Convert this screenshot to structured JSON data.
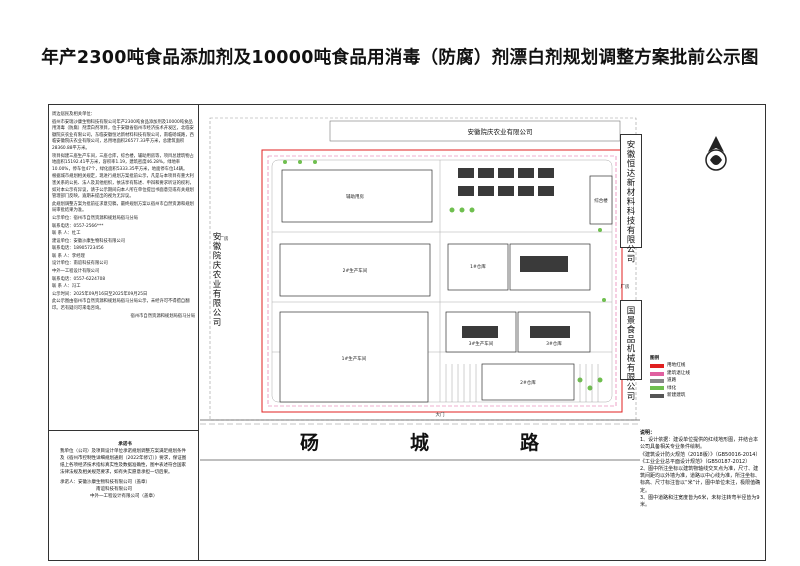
{
  "title": "年产2300吨食品添加剂及10000吨食品用消毒（防腐）剂漂白剂规划调整方案批前公示图",
  "notice": {
    "paragraphs": [
      "周边居民及相关单位：",
      "宿州市安瑞沙康生物科技有限公司年产2300吨食品添加剂及10000吨食品用消毒（防腐）剂漂白剂项目，位于安徽省宿州市经济技术开发区，北临安徽院庆农业有限公司，东临安徽恒达新材料科技有限公司，南临砀城路，西临安徽院庆农业有限公司，总用地面积26577.33平方米，总建筑面积28360.88平方米。",
      "项目拟建三座生产车间，三座仓库，综合楼，辅助用房等，项目总建筑物占地面积15192.41平方米，容积率1.19，建筑密度46.28%，绿地率10.00%，停车位47个，绿化面积5333.35平方米，地面停车位14辆。",
      "根据城市规划相关规定，现进行规划方案批前公示，凡是与本项目有重大利害关系的公民、法人及其他组织，依法享有陈述、申辩和要求听证的权利，如对本公示有异议，请于公示期间向本人所在单位提出书面意见或有关规划管理部门反映，逾期未提出的视为无异议。",
      "此规划调整方案为批前征求意见稿，最终规划方案以宿州市自然资源和规划局审批结果为准。",
      "公示单位：宿州市自然资源和规划局宿马分局",
      "联系电话：0557-2566***",
      "联 系 人：杜工",
      "建设单位：安徽沙康生物科技有限公司",
      "联系电话：18905723456",
      "联 系 人：李经理",
      "设计单位：南谊科技有限公司",
      "中外一工程设计有限公司",
      "联系电话：0557-6224708",
      "联 系 人：冯工",
      "公示时间：2025年09月16日至2025年09月25日",
      "此公示图由宿州市自然资源和规划局宿马分局公示，未经许可不得擅自翻印。若有疑问可来电咨询。",
      "宿州市自然资源和规划局宿马分局"
    ]
  },
  "commitment": {
    "title": "承诺书",
    "body": "我单位（公司）及项目设计单位承诺规划调整方案满足规划条件及《宿州市控制性详细规划通则（2022年修订）》要求，保证图纸上各项经济技术指标真实性及数据准确性，图中表述符合国家法律法规及相关规范要求，如有失实愿意承担一切后果。",
    "signatory_label": "承诺人：",
    "signatory_1": "安徽沙康生物科技有限公司（盖章）",
    "signatory_2": "南谊科技有限公司",
    "signatory_3": "中外一工程设计有限公司（盖章）"
  },
  "neighbors": {
    "north": "安徽院庆农业有限公司",
    "east_1": "安徽恒达新材料科技有限公司",
    "east_2": "国景食品机械有限公司",
    "west": "安徽院庆农业有限公司",
    "south_road": "砀城路"
  },
  "site_labels": {
    "workshop_1": "1#生产车间",
    "workshop_2": "2#生产车间",
    "workshop_3": "3#生产车间",
    "warehouse_1": "1#仓库",
    "warehouse_2": "2#仓库",
    "warehouse_3": "3#仓库",
    "office": "综合楼",
    "aux": "辅助用房",
    "factory": "厂房",
    "gate": "大门"
  },
  "legend": {
    "title": "图例",
    "items": [
      {
        "label": "用地红线",
        "color": "#e02020"
      },
      {
        "label": "建筑退让线",
        "color": "#e060a0"
      },
      {
        "label": "道路",
        "color": "#888888"
      },
      {
        "label": "绿化",
        "color": "#6fbf4f"
      },
      {
        "label": "新建建筑",
        "color": "#555555"
      }
    ]
  },
  "notes": {
    "title": "说明：",
    "items": [
      "1、设计依据：建设单位提供的红线地形图，并结合本公司具备相关专业条件绘制。",
      "《建筑设计防火规范（2018版）》（GB50016-2014）",
      "《工业企业总平面设计规范》（GB50187-2012）",
      "2、图中所注坐标以建筑物轴线交叉点为准，尺寸、建筑间距均以外墙为准，道路以中心线为准，所注坐标、标高、尺寸标注皆以“米”计，图中单位未注，极限值确定。",
      "3、图中道路和注宽度皆为6米，未标注转弯半径皆为9米。"
    ]
  }
}
